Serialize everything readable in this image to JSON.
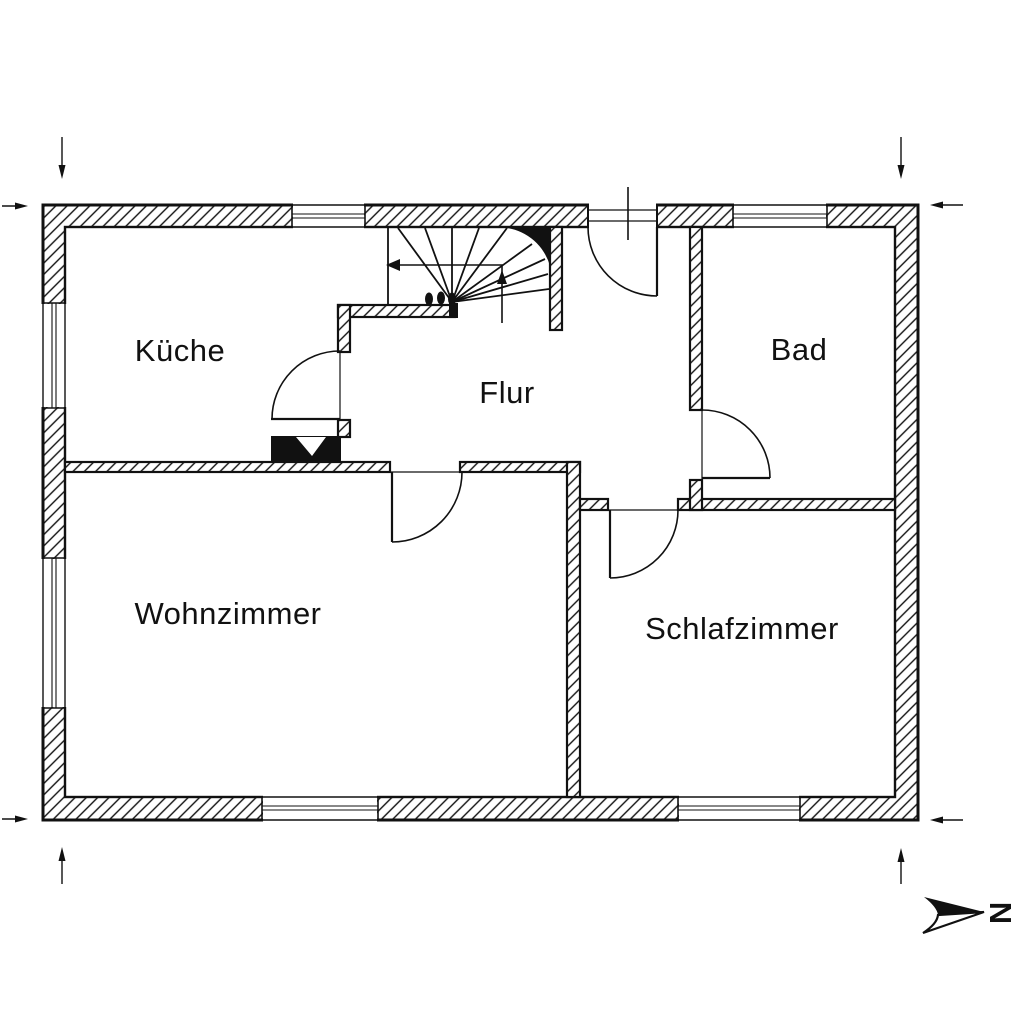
{
  "floor_plan": {
    "rooms": {
      "kueche": {
        "label": "Küche"
      },
      "flur": {
        "label": "Flur"
      },
      "bad": {
        "label": "Bad"
      },
      "wohnzimmer": {
        "label": "Wohnzimmer"
      },
      "schlafzimmer": {
        "label": "Schlafzimmer"
      }
    },
    "compass": {
      "label": "N"
    },
    "colors": {
      "line": "#111111",
      "background": "#ffffff"
    }
  }
}
